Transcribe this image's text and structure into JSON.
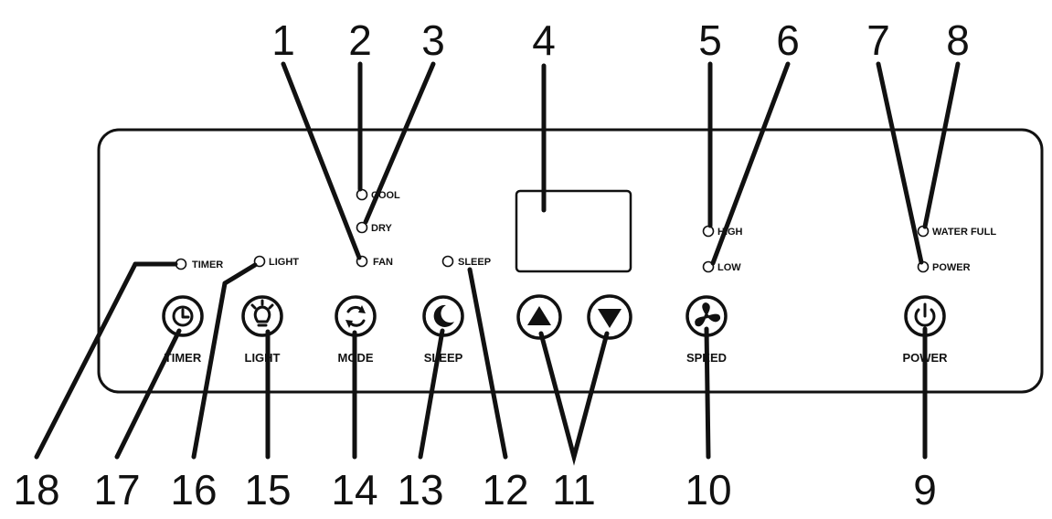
{
  "callouts": [
    "1",
    "2",
    "3",
    "4",
    "5",
    "6",
    "7",
    "8",
    "9",
    "10",
    "11",
    "12",
    "13",
    "14",
    "15",
    "16",
    "17",
    "18"
  ],
  "indicators": {
    "cool": "COOL",
    "dry": "DRY",
    "fan": "FAN",
    "timer": "TIMER",
    "light": "LIGHT",
    "sleep": "SLEEP",
    "high": "HIGH",
    "low": "LOW",
    "water_full": "WATER FULL",
    "power": "POWER"
  },
  "buttons": {
    "timer": "TIMER",
    "light": "LIGHT",
    "mode": "MODE",
    "sleep": "SLEEP",
    "speed": "SPEED",
    "power": "POWER"
  },
  "icons": {
    "timer": "clock-icon",
    "light": "bulb-icon",
    "mode": "cycle-arrows-icon",
    "sleep": "moon-icon",
    "up": "up-arrow-icon",
    "down": "down-arrow-icon",
    "speed": "fan-icon",
    "power": "power-icon"
  }
}
